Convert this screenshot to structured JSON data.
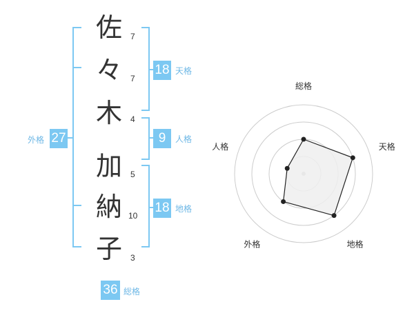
{
  "characters": [
    {
      "char": "佐",
      "strokes": "7"
    },
    {
      "char": "々",
      "strokes": "7"
    },
    {
      "char": "木",
      "strokes": "4"
    },
    {
      "char": "加",
      "strokes": "5"
    },
    {
      "char": "納",
      "strokes": "10"
    },
    {
      "char": "子",
      "strokes": "3"
    }
  ],
  "fortunes": {
    "tenkaku": {
      "label": "天格",
      "value": "18"
    },
    "jinkaku": {
      "label": "人格",
      "value": "9"
    },
    "chikaku": {
      "label": "地格",
      "value": "18"
    },
    "gaikaku": {
      "label": "外格",
      "value": "27"
    },
    "soukaku": {
      "label": "総格",
      "value": "36"
    }
  },
  "radar": {
    "axes": [
      "総格",
      "天格",
      "地格",
      "外格",
      "人格"
    ],
    "levels": 4,
    "scores": [
      0.5,
      0.75,
      0.75,
      0.5,
      0.25
    ]
  },
  "colors": {
    "accent": "#7cc8f2",
    "label": "#6fb8e6",
    "text": "#333333",
    "grid": "#cccccc",
    "fill": "#eeeeee"
  }
}
